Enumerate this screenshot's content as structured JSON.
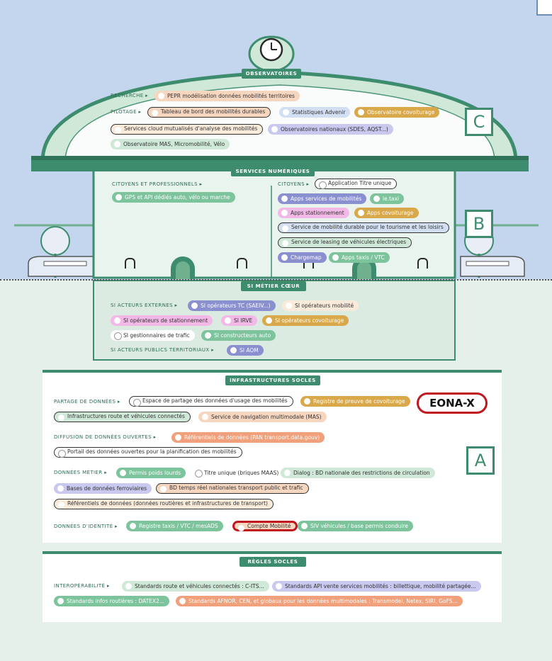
{
  "corner_marker": "",
  "letters": {
    "c": "C",
    "b": "B",
    "a": "A"
  },
  "observatoires": {
    "title": "OBSERVATOIRES",
    "rows": [
      {
        "label": "RECHERCHE ▸",
        "items": [
          "PEPR modélisation données mobilités territoires"
        ]
      },
      {
        "label": "PILOTAGE ▸",
        "items": [
          "Tableau de bord des mobilités durables",
          "Statistiques Advenir",
          "Observatoire covoiturage"
        ]
      },
      {
        "label": "",
        "items": [
          "Services cloud mutualisés d'analyse des mobilités",
          "Observatoires nationaux (SDES, AQST...)"
        ]
      },
      {
        "label": "",
        "items": [
          "Observatoire MAS, Micromobilité, Vélo"
        ]
      }
    ]
  },
  "services": {
    "title": "SERVICES NUMÉRIQUES",
    "left_label": "CITOYENS ET PROFESSIONNELS ▸",
    "left_items": [
      "GPS et API dédiés auto, vélo ou marche"
    ],
    "right_label": "CITOYENS ▸",
    "right_items": [
      "Application Titre unique",
      "Apps services de mobilités",
      "le.taxi",
      "Apps stationnement",
      "Apps covoiturage",
      "Service de mobilité durable pour le tourisme et les loisirs",
      "Service de leasing de véhicules électriques",
      "Chargemap",
      "Apps taxis / VTC"
    ]
  },
  "si_metier": {
    "title": "SI MÉTIER CŒUR",
    "ext_label": "SI ACTEURS EXTERNES ▸",
    "items": [
      "SI opérateurs TC (SAEIV...)",
      "SI opérateurs mobilité",
      "SI opérateurs de stationnement",
      "SI IRVE",
      "SI opérateurs covoiturage",
      "SI gestionnaires de trafic",
      "SI constructeurs auto"
    ],
    "pub_label": "SI ACTEURS PUBLICS TERRITORIAUX ▸",
    "pub_items": [
      "SI AOM"
    ]
  },
  "infra": {
    "title": "INFRASTRUCTURES SOCLES",
    "partage_label": "PARTAGE DE DONNÉES ▸",
    "partage_items": [
      "Espace de partage des données d'usage des mobilités",
      "Registre de preuve de covoiturage",
      "Infrastructures route et véhicules connectés",
      "Service de navigation multimodale (MAS)"
    ],
    "eonax": "EONA-X",
    "diffusion_label": "DIFFUSION DE DONNÉES OUVERTES ▸",
    "diffusion_items": [
      "Référentiels de données (PAN transport.data.gouv)",
      "Portail des données ouvertes pour la planification des mobilités"
    ],
    "metier_label": "DONNÉES MÉTIER ▸",
    "metier_items": [
      "Permis poids lourds",
      "Titre unique (briques MAAS)",
      "Dialog : BD nationale des restrictions de circulation",
      "Bases de données ferroviaires",
      "BD temps réel nationales transport public et trafic",
      "Référentiels de données (données routières et infrastructures de transport)"
    ],
    "identite_label": "DONNÉES D'IDENTITÉ ▸",
    "identite_items": [
      "Registre taxis / VTC / mesADS",
      "Compte Mobilité",
      "SIV véhicules / base permis conduire"
    ]
  },
  "regles": {
    "title": "RÈGLES SOCLES",
    "label": "INTEROPÉRABILITÉ ▸",
    "items": [
      "Standards route et véhicules connectés : C-ITS...",
      "Standards API vente services mobilités : billettique, mobilité partagée...",
      "Standards infos routières : DATEX2...",
      "Standards AFNOR, CEN, et globaux pour les données multimodales : Transmodel, Netex, SIRI, GoFS..."
    ]
  }
}
